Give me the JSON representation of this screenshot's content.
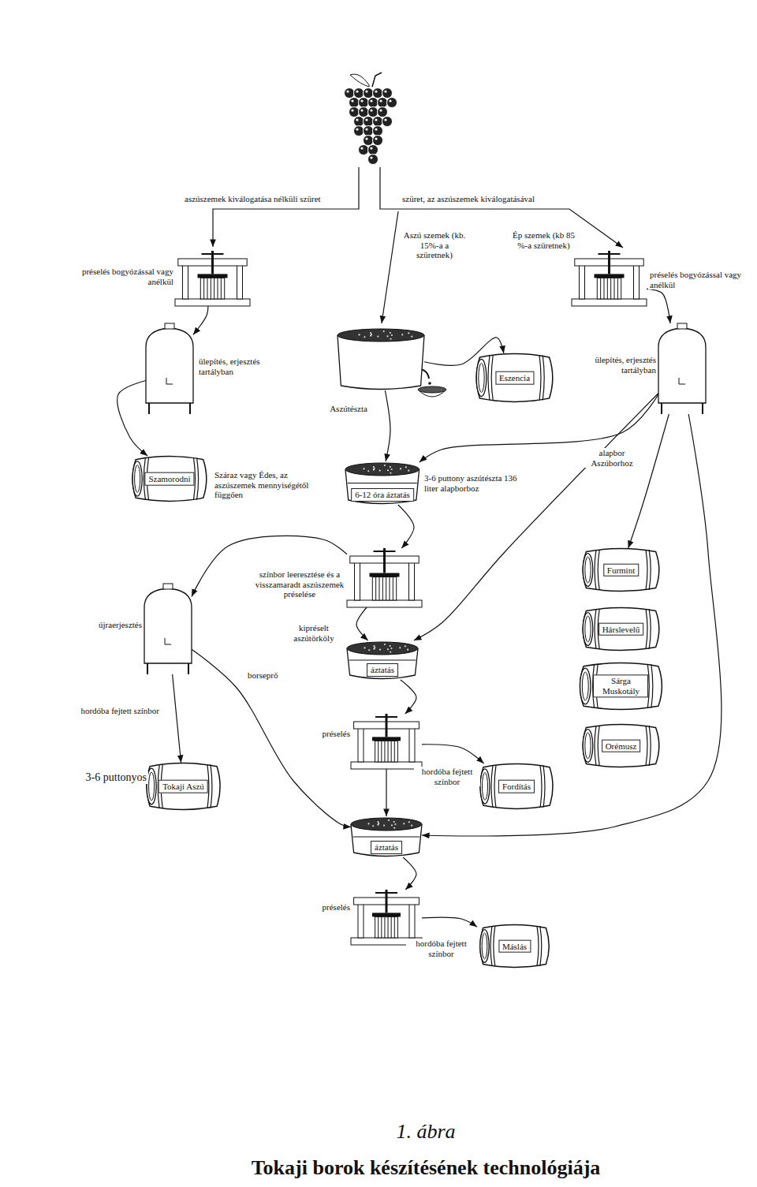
{
  "diagram": {
    "title": "Tokaji borok készítésének technológiája",
    "caption": "1. ábra",
    "nodes": [
      {
        "text": [
          "préselés bogyózással vagy anélkül"
        ]
      },
      {
        "text": [
          "préselés bogyózással vagy anélkül"
        ]
      },
      {
        "text": [
          "ülepítés, erjesztés tartályban"
        ]
      },
      {
        "text": [
          "Aszútészta"
        ]
      },
      {
        "text": [
          "Eszencia"
        ]
      },
      {
        "text": [
          "ülepítés, erjesztés tartályban"
        ]
      },
      {
        "text": [
          "Szamorodni",
          "Száraz vagy Édes, az aszúszemek mennyiségétől függően"
        ]
      },
      {
        "text": [
          "6-12 óra áztatás"
        ]
      },
      {
        "text": [
          "színbor leeresztése és a visszamaradt aszúszemek préselése"
        ]
      },
      {
        "text": [
          "Furmint"
        ]
      },
      {
        "text": [
          "újraerjesztés"
        ]
      },
      {
        "text": [
          "Hárslevelű"
        ]
      },
      {
        "text": [
          "áztatás"
        ]
      },
      {
        "text": [
          "Sárga Muskotály"
        ]
      },
      {
        "text": [
          "préselés"
        ]
      },
      {
        "text": [
          "Orémusz"
        ]
      },
      {
        "text": [
          "Tokaji Aszú",
          "3-6 puttonyos"
        ]
      },
      {
        "text": [
          "Fordítás"
        ]
      },
      {
        "text": [
          "áztatás"
        ]
      },
      {
        "text": [
          "préselés"
        ]
      },
      {
        "text": [
          "Máslás"
        ]
      }
    ],
    "edges": [
      {
        "from": 0,
        "to": 2,
        "arrow": "to"
      },
      {
        "from": 1,
        "to": 5,
        "arrow": "to"
      },
      {
        "from": 2,
        "to": 6,
        "arrow": "to"
      },
      {
        "from": 3,
        "to": 4,
        "arrow": "to"
      },
      {
        "from": 3,
        "to": 7,
        "arrow": "to"
      },
      {
        "from": 5,
        "to": 7,
        "label": "alapbor Aszúborhoz",
        "arrow": "to"
      },
      {
        "from": 5,
        "to": 9,
        "arrow": "to"
      },
      {
        "from": 5,
        "to": 12,
        "arrow": "to"
      },
      {
        "from": 5,
        "to": 18,
        "arrow": "to"
      },
      {
        "from": 7,
        "to": 8,
        "arrow": "to"
      },
      {
        "from": 8,
        "to": 10,
        "arrow": "to"
      },
      {
        "from": 8,
        "to": 12,
        "label": "kipréselt aszútörköly",
        "arrow": "to"
      },
      {
        "from": 10,
        "to": 16,
        "label": "hordóba fejtett színbor",
        "arrow": "to"
      },
      {
        "from": 10,
        "to": 18,
        "label": "borseprő",
        "arrow": "to"
      },
      {
        "from": 12,
        "to": 14,
        "arrow": "to"
      },
      {
        "from": 14,
        "to": 17,
        "label": "hordóba fejtett színbor",
        "arrow": "to"
      },
      {
        "from": 14,
        "to": 18,
        "arrow": "to"
      },
      {
        "from": 18,
        "to": 19,
        "arrow": "to"
      },
      {
        "from": 19,
        "to": 20,
        "label": "hordóba fejtett színbor",
        "arrow": "to"
      }
    ],
    "labels": [
      "aszúszemek kiválogatása nélküli szüret",
      "szüret, az aszúszemek kiválogatásával",
      "Aszú szemek (kb. 15%-a a szüretnek)",
      "Ép szemek (kb 85 %-a szüretnek)",
      "3-6 puttony aszútészta 136 liter alapborboz"
    ]
  }
}
